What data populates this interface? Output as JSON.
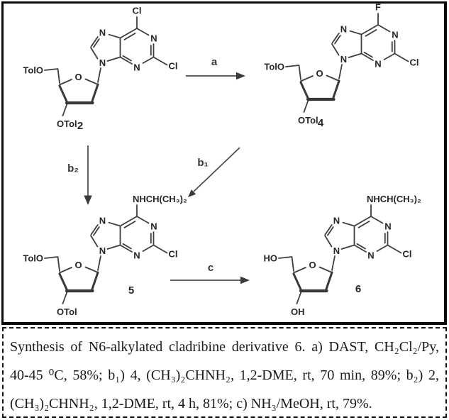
{
  "colors": {
    "background": "#ffffff",
    "scheme_border": "#0a0a0a",
    "caption_border": "#141414",
    "bond_line": "#3d3d3d",
    "label_text": "#262626",
    "caption_text": "#1a1a1a"
  },
  "scheme": {
    "atoms": {
      "nitrogen": "N",
      "oxygen": "O"
    },
    "compounds": [
      {
        "number": "2",
        "top_substituent": "Cl",
        "c2_substituent": "Cl",
        "o5_group": "TolO",
        "o3_group": "OTol"
      },
      {
        "number": "4",
        "top_substituent": "F",
        "c2_substituent": "Cl",
        "o5_group": "TolO",
        "o3_group": "OTol"
      },
      {
        "number": "5",
        "top_substituent": "NHCH(CH₃)₂",
        "c2_substituent": "Cl",
        "o5_group": "TolO",
        "o3_group": "OTol"
      },
      {
        "number": "6",
        "top_substituent": "NHCH(CH₃)₂",
        "c2_substituent": "Cl",
        "o5_group": "HO",
        "o3_group": "OH"
      }
    ],
    "arrows": {
      "a": "a",
      "b1": "b₁",
      "b2": "b₂",
      "c": "c"
    }
  },
  "caption": {
    "line1": "Synthesis of N6-alkylated cladribine derivative 6. a) DAST, CH₂Cl₂/Py,",
    "line2": "40-45 ⁰C, 58%; b₁) 4, (CH₃)₂CHNH₂, 1,2-DME, rt, 70 min, 89%; b₂) 2,",
    "line3": "(CH₃)₂CHNH₂, 1,2-DME, rt, 4 h, 81%; c) NH₃/MeOH, rt, 79%."
  }
}
